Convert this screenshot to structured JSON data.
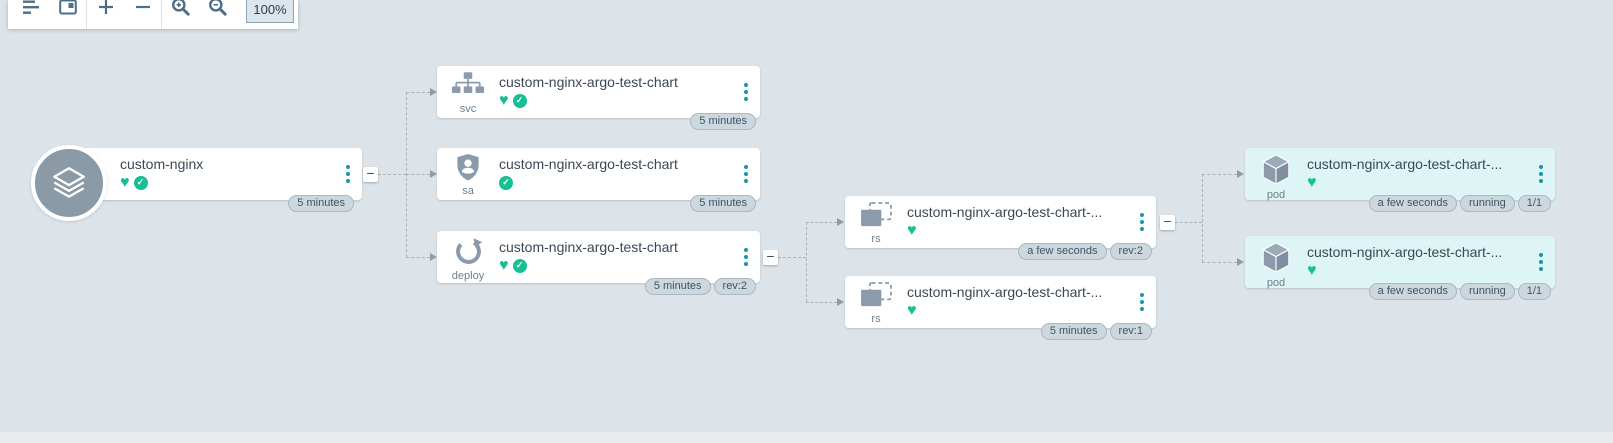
{
  "toolbar": {
    "zoom_value": "100%",
    "buttons": [
      {
        "label": "layout lines",
        "icon": "horizontal-lines"
      },
      {
        "label": "framed image",
        "icon": "framed-image"
      },
      {
        "label": "zoom in step",
        "icon": "plus"
      },
      {
        "label": "zoom out step",
        "icon": "minus"
      },
      {
        "label": "zoom in",
        "icon": "magnifier-plus"
      },
      {
        "label": "zoom out",
        "icon": "magnifier-minus"
      }
    ]
  },
  "icons": {
    "heart": "♥",
    "check": "✓",
    "collapse": "−"
  },
  "colors": {
    "canvas_bg": "#dde4e9",
    "card_bg": "#ffffff",
    "pod_card_bg": "#ddf5f5",
    "health_green": "#18be94",
    "menu_dots_teal": "#1697a7",
    "resource_icon_gray": "#8b9bab",
    "badge_bg": "#cdd7de",
    "connector_gray": "#a4b3bd"
  },
  "graph": {
    "nodes": [
      {
        "kind": "",
        "title": "custom-nginx",
        "healthy": true,
        "synced": true,
        "badges": [
          "5 minutes"
        ]
      },
      {
        "kind": "svc",
        "title": "custom-nginx-argo-test-chart",
        "healthy": true,
        "synced": true,
        "badges": [
          "5 minutes"
        ]
      },
      {
        "kind": "sa",
        "title": "custom-nginx-argo-test-chart",
        "healthy": false,
        "synced": true,
        "badges": [
          "5 minutes"
        ]
      },
      {
        "kind": "deploy",
        "title": "custom-nginx-argo-test-chart",
        "healthy": true,
        "synced": true,
        "badges": [
          "5 minutes",
          "rev:2"
        ]
      },
      {
        "kind": "rs",
        "title": "custom-nginx-argo-test-chart-...",
        "healthy": true,
        "synced": false,
        "badges": [
          "a few seconds",
          "rev:2"
        ]
      },
      {
        "kind": "rs",
        "title": "custom-nginx-argo-test-chart-...",
        "healthy": true,
        "synced": false,
        "badges": [
          "5 minutes",
          "rev:1"
        ]
      },
      {
        "kind": "pod",
        "title": "custom-nginx-argo-test-chart-...",
        "healthy": true,
        "synced": false,
        "badges": [
          "a few seconds",
          "running",
          "1/1"
        ]
      },
      {
        "kind": "pod",
        "title": "custom-nginx-argo-test-chart-...",
        "healthy": true,
        "synced": false,
        "badges": [
          "a few seconds",
          "running",
          "1/1"
        ]
      }
    ]
  }
}
